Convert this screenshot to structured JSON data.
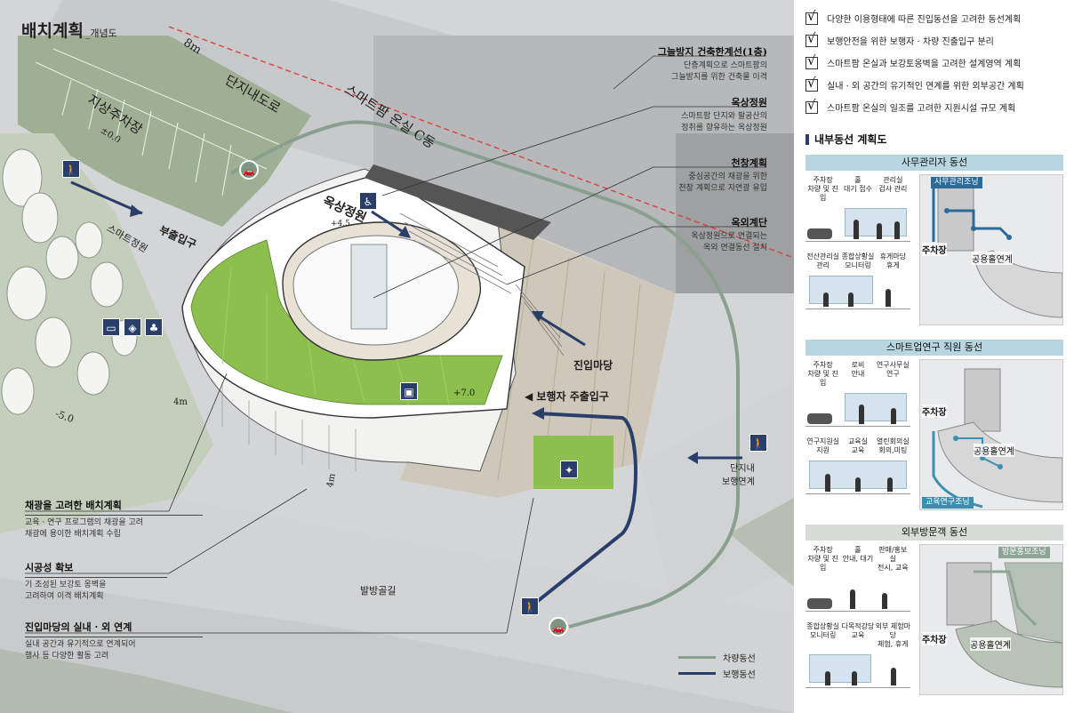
{
  "plan": {
    "title": "배치계획",
    "title_sub": "_개념도",
    "labels": {
      "road_width": "8m",
      "inner_road": "단지내도로",
      "parking": "지상주차장",
      "parking_level": "±0.0",
      "smartfarm_c": "스마트팜 온실 C동",
      "sub_entrance": "부출입구",
      "smart_garden": "스마트정원",
      "roof_garden": "옥상정원",
      "roof_level": "+4.5",
      "entry_court": "진입마당",
      "ped_entrance": "보행자 주출입구",
      "level_plus7": "+7.0",
      "level_minus5": "-5.0",
      "dist_4m_a": "4m",
      "dist_4m_b": "4m",
      "developing_land": "발방골길",
      "inner_ped": "단지내\n보행연계"
    },
    "annotations_right": [
      {
        "title": "그늘방지 건축한계선(1층)",
        "desc": "단층계획으로 스마트팜의\n그늘방지를 위한 건축물 이격"
      },
      {
        "title": "옥상정원",
        "desc": "스마트팜 단지와 팔공산의\n정취를 향유하는 옥상정원"
      },
      {
        "title": "천창계획",
        "desc": "중심공간의 채광을 위한\n천창 계획으로 자연광 유입"
      },
      {
        "title": "옥외계단",
        "desc": "옥상정원으로 연결되는\n옥외 연결동선 설치"
      }
    ],
    "annotations_left": [
      {
        "title": "채광을 고려한 배치계획",
        "desc": "교육 · 연구 프로그램의 채광을 고려\n채광에 용이한 배치계획 수립"
      },
      {
        "title": "시공성 확보",
        "desc": "기 조성된 보강토 옹벽을\n고려하여 이격 배치계획"
      },
      {
        "title": "진입마당의 실내 · 외 연계",
        "desc": "실내 공간과 유기적으로 연계되어\n행사 등 다양한 활동 고려"
      }
    ],
    "legend": [
      {
        "label": "차량동선",
        "color": "#8aa08f"
      },
      {
        "label": "보행동선",
        "color": "#2a3e6a"
      }
    ],
    "colors": {
      "green": "#8cbf4e",
      "navy": "#2a3e6a",
      "sage": "#8aa08f",
      "road": "#c9cacb"
    }
  },
  "right": {
    "checklist": [
      "다양한 이용형태에 따른 진입동선을 고려한 동선계획",
      "보행안전을 위한 보행자 · 차량 진출입구 분리",
      "스마트팜 온실과 보강토옹벽을 고려한 설계영역 계획",
      "실내 · 외 공간의 유기적인 연계를 위한 외부공간 계획",
      "스마트팜 온실의 일조를 고려한 지원시설 규모 계획"
    ],
    "check_mark": "√",
    "section_title": "내부동선 계획도",
    "flows": [
      {
        "title": "사무관리자 동선",
        "band_color": "#b9d5e0",
        "row1": [
          "주차장\n차량 및 진입",
          "홀\n대기 접수",
          "관리실\n검사 관리"
        ],
        "row2": [
          "전산관리실\n관리",
          "종합상황실\n모니터링",
          "휴게마당\n휴게"
        ],
        "zone_tag": "사무관리조닝",
        "tag_color": "#2c6a9a",
        "parking": "주차장",
        "hall": "공용홀연계"
      },
      {
        "title": "스마트업연구 직원 동선",
        "band_color": "#b9d5e0",
        "row1": [
          "주차장\n차량 및 진입",
          "로비\n안내",
          "연구사무실\n연구"
        ],
        "row2": [
          "연구지원실\n지원",
          "교육실\n교육",
          "열린회의실\n회의,미팅"
        ],
        "zone_tag": "교육연구조닝",
        "tag_color": "#3b8fb0",
        "parking": "주차장",
        "hall": "공용홀연계"
      },
      {
        "title": "외부방문객 동선",
        "band_color": "#d8dcd8",
        "row1": [
          "주차장\n차량 및 진입",
          "홀\n안내, 대기",
          "판매/홍보실\n전시, 교육"
        ],
        "row2": [
          "종합상황실\n모니터링",
          "다목적강당\n교육",
          "외부 체험마당\n체험, 휴게"
        ],
        "zone_tag": "방문홍보조닝",
        "tag_color": "#8ea596",
        "parking": "주차장",
        "hall": "공용홀연계"
      }
    ]
  }
}
